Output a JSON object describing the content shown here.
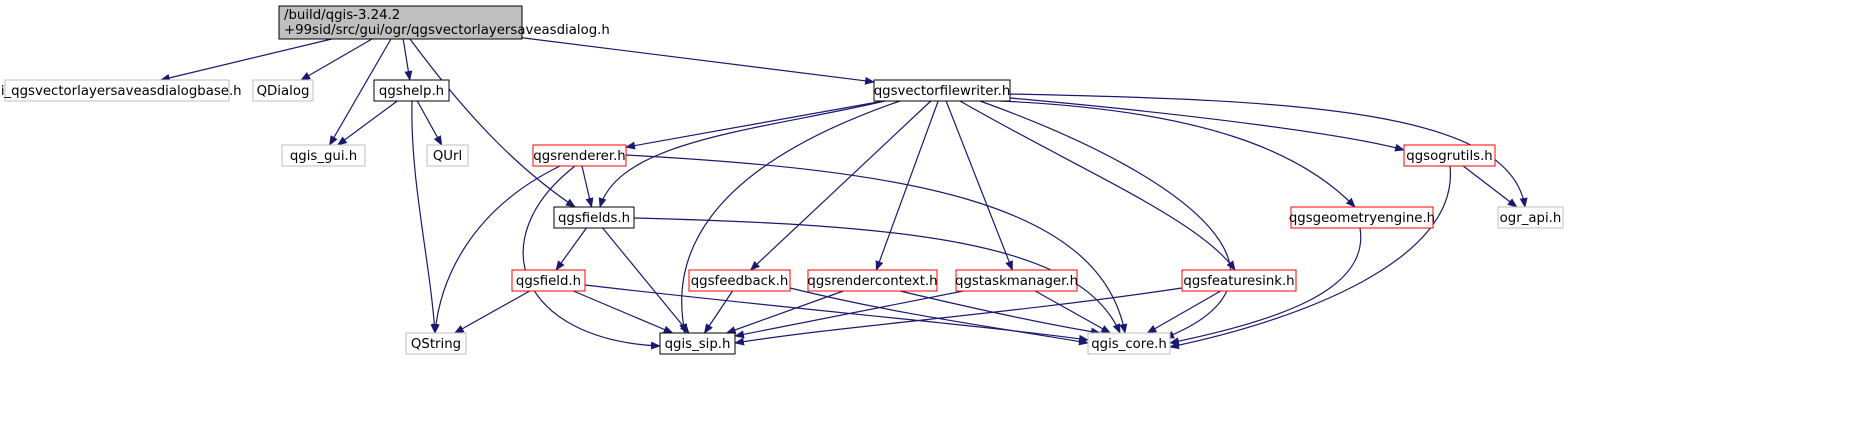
{
  "colors": {
    "root_fill": "#bfbfbf",
    "node_fill": "#ffffff",
    "border_normal": "#000000",
    "border_external": "#bfbfbf",
    "border_incomplete": "#ff0000",
    "edge": "#191970"
  },
  "nodes": {
    "root": {
      "lines": [
        "/build/qgis-3.24.2",
        "+99sid/src/gui/ogr/qgsvectorlayersaveasdialog.h"
      ],
      "kind": "root"
    },
    "ui_base": {
      "lines": [
        "ui_qgsvectorlayersaveasdialogbase.h"
      ],
      "kind": "external"
    },
    "qdialog": {
      "lines": [
        "QDialog"
      ],
      "kind": "external"
    },
    "qgshelp": {
      "lines": [
        "qgshelp.h"
      ],
      "kind": "normal"
    },
    "qgis_gui": {
      "lines": [
        "qgis_gui.h"
      ],
      "kind": "external"
    },
    "qurl": {
      "lines": [
        "QUrl"
      ],
      "kind": "external"
    },
    "qstring": {
      "lines": [
        "QString"
      ],
      "kind": "external"
    },
    "qgsvectorfilewriter": {
      "lines": [
        "qgsvectorfilewriter.h"
      ],
      "kind": "normal"
    },
    "qgsrenderer": {
      "lines": [
        "qgsrenderer.h"
      ],
      "kind": "incomplete"
    },
    "qgsfields": {
      "lines": [
        "qgsfields.h"
      ],
      "kind": "normal"
    },
    "qgsfield": {
      "lines": [
        "qgsfield.h"
      ],
      "kind": "incomplete"
    },
    "qgsfeedback": {
      "lines": [
        "qgsfeedback.h"
      ],
      "kind": "incomplete"
    },
    "qgsrendercontext": {
      "lines": [
        "qgsrendercontext.h"
      ],
      "kind": "incomplete"
    },
    "qgstaskmanager": {
      "lines": [
        "qgstaskmanager.h"
      ],
      "kind": "incomplete"
    },
    "qgsfeaturesink": {
      "lines": [
        "qgsfeaturesink.h"
      ],
      "kind": "incomplete"
    },
    "qgsgeometryengine": {
      "lines": [
        "qgsgeometryengine.h"
      ],
      "kind": "incomplete"
    },
    "qgsogrutils": {
      "lines": [
        "qgsogrutils.h"
      ],
      "kind": "incomplete"
    },
    "ogr_api": {
      "lines": [
        "ogr_api.h"
      ],
      "kind": "external"
    },
    "qgis_sip": {
      "lines": [
        "qgis_sip.h"
      ],
      "kind": "normal"
    },
    "qgis_core": {
      "lines": [
        "qgis_core.h"
      ],
      "kind": "external"
    }
  },
  "edges": [
    [
      "root",
      "ui_base"
    ],
    [
      "root",
      "qdialog"
    ],
    [
      "root",
      "qgshelp"
    ],
    [
      "root",
      "qgis_gui"
    ],
    [
      "root",
      "qgsfields"
    ],
    [
      "root",
      "qgsvectorfilewriter"
    ],
    [
      "qgshelp",
      "qgis_gui"
    ],
    [
      "qgshelp",
      "qurl"
    ],
    [
      "qgshelp",
      "qstring"
    ],
    [
      "qgsvectorfilewriter",
      "qgsrenderer"
    ],
    [
      "qgsvectorfilewriter",
      "qgsfields"
    ],
    [
      "qgsvectorfilewriter",
      "qgis_sip"
    ],
    [
      "qgsvectorfilewriter",
      "qgsfeedback"
    ],
    [
      "qgsvectorfilewriter",
      "qgsrendercontext"
    ],
    [
      "qgsvectorfilewriter",
      "qgstaskmanager"
    ],
    [
      "qgsvectorfilewriter",
      "qgsfeaturesink"
    ],
    [
      "qgsvectorfilewriter",
      "qgsgeometryengine"
    ],
    [
      "qgsvectorfilewriter",
      "qgsogrutils"
    ],
    [
      "qgsvectorfilewriter",
      "ogr_api"
    ],
    [
      "qgsvectorfilewriter",
      "qgis_core"
    ],
    [
      "qgsrenderer",
      "qgsfields"
    ],
    [
      "qgsrenderer",
      "qstring"
    ],
    [
      "qgsrenderer",
      "qgis_sip"
    ],
    [
      "qgsrenderer",
      "qgis_core"
    ],
    [
      "qgsfields",
      "qgsfield"
    ],
    [
      "qgsfields",
      "qgis_sip"
    ],
    [
      "qgsfields",
      "qgis_core"
    ],
    [
      "qgsfield",
      "qstring"
    ],
    [
      "qgsfield",
      "qgis_sip"
    ],
    [
      "qgsfield",
      "qgis_core"
    ],
    [
      "qgsfeedback",
      "qgis_sip"
    ],
    [
      "qgsfeedback",
      "qgis_core"
    ],
    [
      "qgsrendercontext",
      "qgis_sip"
    ],
    [
      "qgsrendercontext",
      "qgis_core"
    ],
    [
      "qgstaskmanager",
      "qgis_sip"
    ],
    [
      "qgstaskmanager",
      "qgis_core"
    ],
    [
      "qgsfeaturesink",
      "qgis_sip"
    ],
    [
      "qgsfeaturesink",
      "qgis_core"
    ],
    [
      "qgsgeometryengine",
      "qgis_core"
    ],
    [
      "qgsogrutils",
      "ogr_api"
    ],
    [
      "qgsogrutils",
      "qgis_core"
    ]
  ]
}
